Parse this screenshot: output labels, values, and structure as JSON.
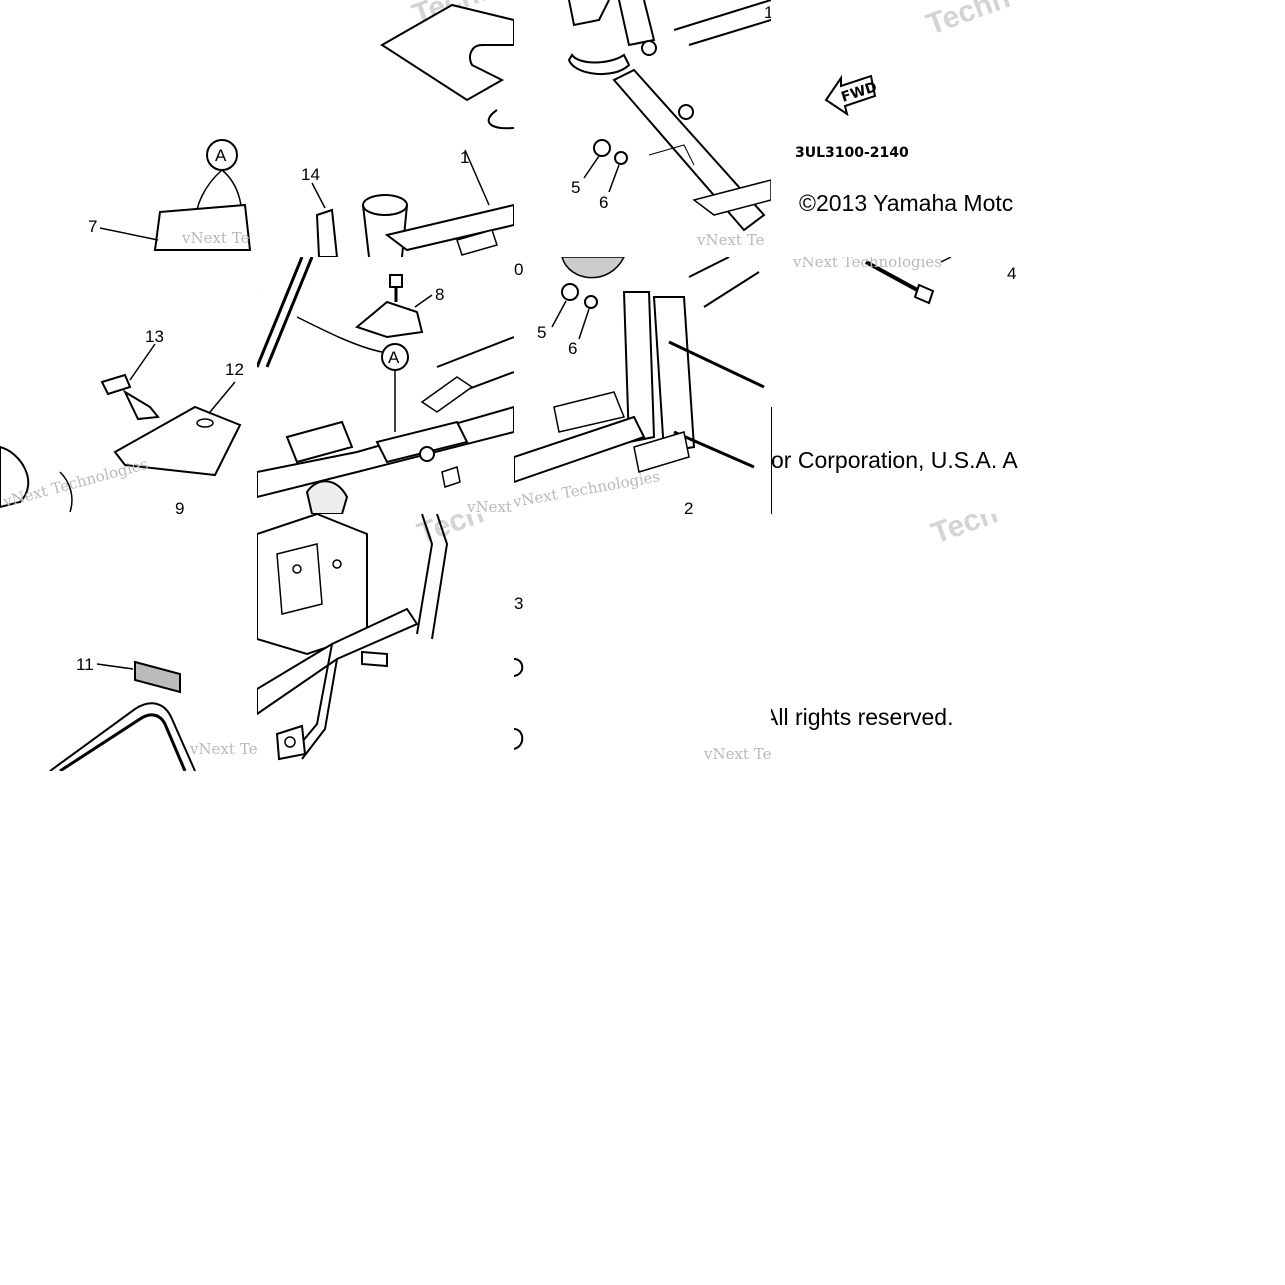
{
  "diagram": {
    "diagram_code": "3UL3100-2140",
    "fwd_label": "FWD",
    "callout_A": "A",
    "copyright_part1": "©2013 Yamaha Motc",
    "copyright_part2": "or Corporation, U.S.A. A",
    "copyright_part3": "All rights reserved.",
    "watermark_brand": "vNext Technologies",
    "watermark_short": "vNext Te",
    "watermark_tech": "Techn",
    "watermark_tech2": "Tech",
    "part_numbers": {
      "p1": "1",
      "p2": "2",
      "p3": "3",
      "p4": "4",
      "p5": "5",
      "p6": "6",
      "p7": "7",
      "p8": "8",
      "p9": "9",
      "p10": "0",
      "p11": "11",
      "p12": "12",
      "p13": "13",
      "p14": "14"
    }
  }
}
